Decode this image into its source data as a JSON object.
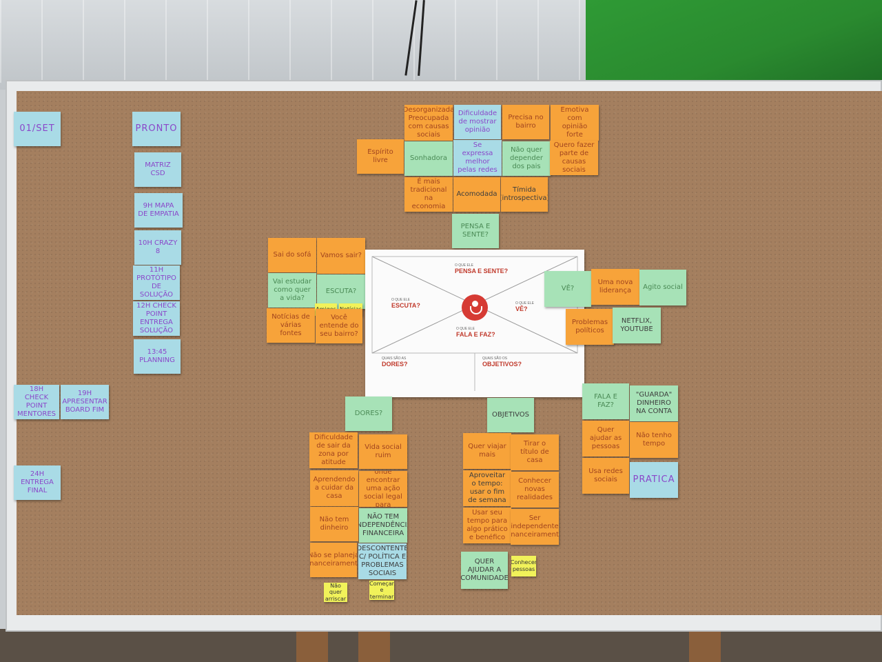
{
  "colors": {
    "orange": "#f7a33a",
    "green": "#a7e2b7",
    "blue": "#a9dbe6",
    "yellow": "#f1f25a",
    "accent_red": "#d63b34"
  },
  "timeline": {
    "date": "01/SET",
    "status": "PRONTO",
    "items": [
      "MATRIZ CSD",
      "9H MAPA DE EMPATIA",
      "10H CRAZY 8",
      "11H PROTÓTIPO DE SOLUÇÃO",
      "12H CHECK POINT ENTREGA SOLUÇÃO",
      "13:45 PLANNING"
    ],
    "lower": [
      "18H CHECK POINT MENTORES",
      "19H APRESENTAR BOARD FIM",
      "24H ENTREGA FINAL"
    ]
  },
  "canvas": {
    "pensa": {
      "q": "O QUE ELE",
      "t": "PENSA E SENTE?"
    },
    "escuta": {
      "q": "O QUE ELE",
      "t": "ESCUTA?"
    },
    "ve": {
      "q": "O QUE ELE",
      "t": "VÊ?"
    },
    "fala": {
      "q": "O QUE ELE",
      "t": "FALA E FAZ?"
    },
    "dores": {
      "q": "QUAIS SÃO AS",
      "t": "DORES?"
    },
    "objetivos": {
      "q": "QUAIS SÃO OS",
      "t": "OBJETIVOS?"
    }
  },
  "pensa_notes": [
    "Desorganizada Preocupada com causas sociais",
    "Dificuldade de mostrar opinião",
    "Precisa no bairro",
    "Emotiva com opinião forte",
    "Espírito livre",
    "Sonhadora",
    "Se expressa melhor pelas redes",
    "Não quer depender dos pais",
    "Quero fazer parte de causas sociais",
    "É mais tradicional na economia",
    "Acomodada",
    "Tímida (introspectiva)",
    "PENSA E SENTE?"
  ],
  "escuta_notes": [
    "Sai do sofá",
    "Vamos sair?",
    "Vai estudar como quer a vida?",
    "ESCUTA?",
    "Amigos",
    "Notícias",
    "Notícias de várias fontes",
    "Você entende do seu bairro?"
  ],
  "ve_notes": [
    "VÊ?",
    "Uma nova liderança",
    "Agito social",
    "Problemas políticos",
    "NETFLIX, YOUTUBE"
  ],
  "fala_notes": [
    "FALA E FAZ?",
    "\"GUARDA\" DINHEIRO NA CONTA",
    "Quer ajudar as pessoas",
    "Não tenho tempo",
    "Usa redes sociais",
    "PRATICA"
  ],
  "dores_notes": [
    "DORES?",
    "Dificuldade de sair da zona por atitude",
    "Vida social ruim",
    "Aprendendo a cuidar da casa",
    "Não sabe onde encontrar uma ação social legal para engajar",
    "Não tem dinheiro",
    "NÃO TEM INDEPENDÊNCIA FINANCEIRA",
    "Não se planeja financeiramente",
    "DESCONTENTE C/ POLÍTICA E PROBLEMAS SOCIAIS",
    "Não quer arriscar",
    "Começar e terminar"
  ],
  "obj_notes": [
    "OBJETIVOS",
    "Quer viajar mais",
    "Tirar o título de casa",
    "Aproveitar o tempo: usar o fim de semana",
    "Conhecer novas realidades",
    "Usar seu tempo para algo prático e benéfico",
    "Ser independente financeiramente",
    "QUER AJUDAR A COMUNIDADE",
    "Conhecer pessoas"
  ]
}
